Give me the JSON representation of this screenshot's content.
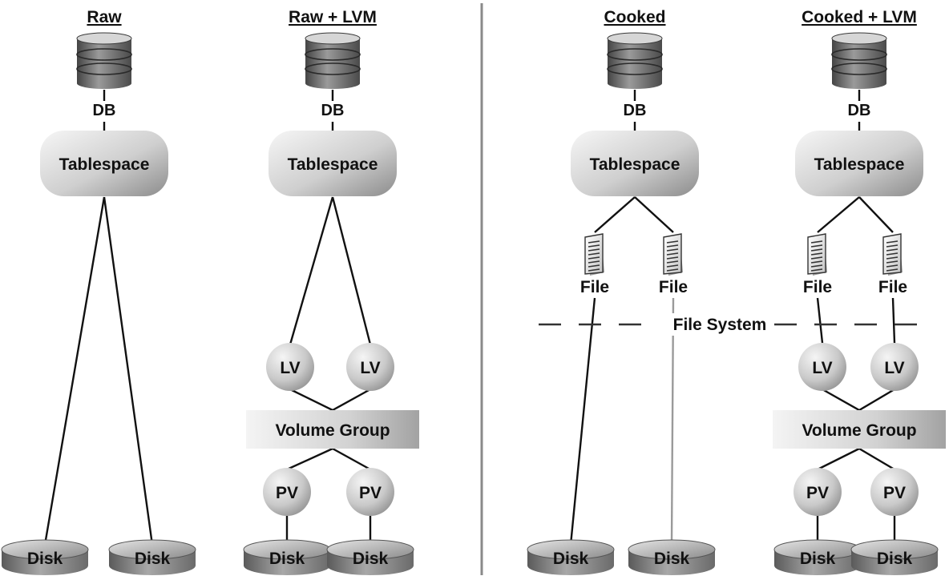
{
  "panels": {
    "raw": {
      "title": "Raw",
      "db": "DB",
      "tablespace": "Tablespace",
      "disks": [
        "Disk",
        "Disk"
      ]
    },
    "raw_lvm": {
      "title": "Raw + LVM",
      "db": "DB",
      "tablespace": "Tablespace",
      "lvs": [
        "LV",
        "LV"
      ],
      "volume_group": "Volume Group",
      "pvs": [
        "PV",
        "PV"
      ],
      "disks": [
        "Disk",
        "Disk"
      ]
    },
    "cooked": {
      "title": "Cooked",
      "db": "DB",
      "tablespace": "Tablespace",
      "files": [
        "File",
        "File"
      ],
      "disks": [
        "Disk",
        "Disk"
      ]
    },
    "cooked_lvm": {
      "title": "Cooked + LVM",
      "db": "DB",
      "tablespace": "Tablespace",
      "files": [
        "File",
        "File"
      ],
      "lvs": [
        "LV",
        "LV"
      ],
      "volume_group": "Volume Group",
      "pvs": [
        "PV",
        "PV"
      ],
      "disks": [
        "Disk",
        "Disk"
      ]
    }
  },
  "file_system_label": "File System",
  "icons": {
    "database": "database-cylinder-icon",
    "file": "file-document-icon",
    "disk": "disk-platter-icon"
  }
}
